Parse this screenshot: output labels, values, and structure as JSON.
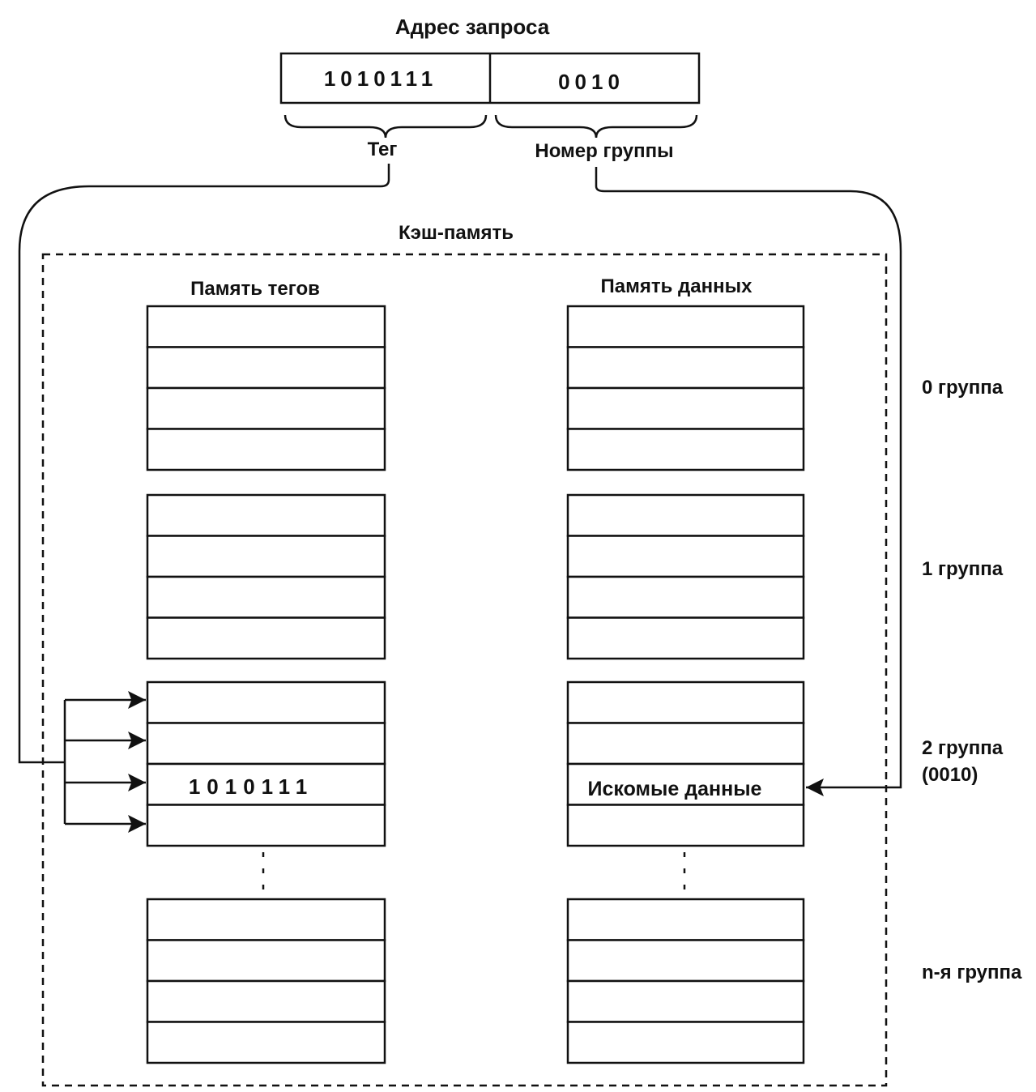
{
  "address": {
    "title": "Адрес  запроса",
    "tag_bits": "1010111",
    "group_bits": "0010",
    "tag_label": "Тег",
    "group_label": "Номер группы"
  },
  "cache": {
    "title": "Кэш-память",
    "tag_memory_title": "Память тегов",
    "data_memory_title": "Память данных",
    "matched_tag": "1010111",
    "found_data": "Искомые данные",
    "ellipsis": ":"
  },
  "groups": [
    {
      "label": "0 группа"
    },
    {
      "label": "1 группа"
    },
    {
      "label": "2 группа",
      "sub": "(0010)"
    },
    {
      "label": "n-я группа"
    }
  ]
}
